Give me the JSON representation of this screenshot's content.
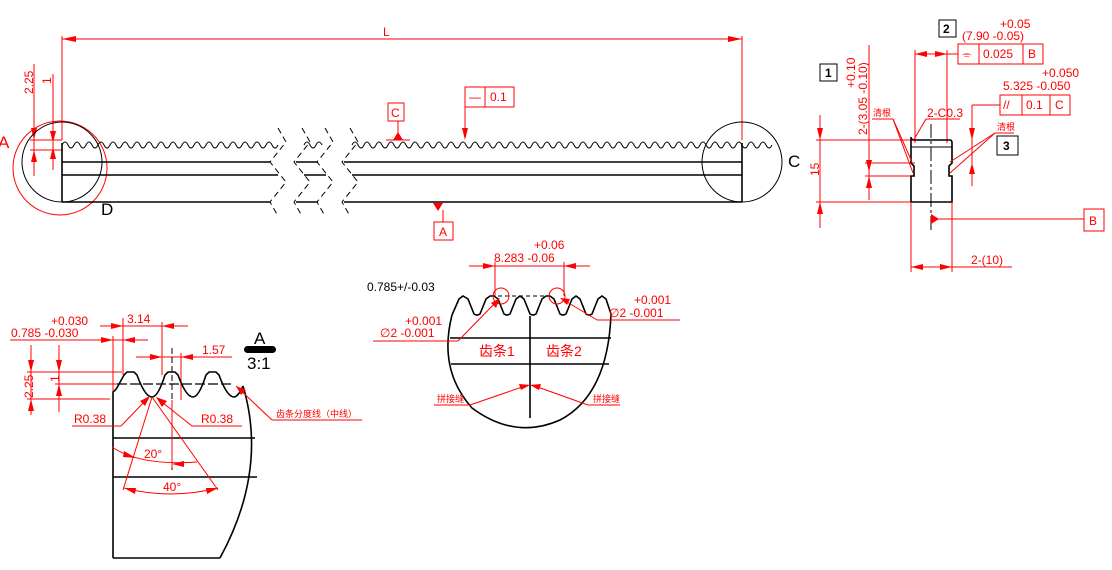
{
  "drawing": {
    "title": "Gear rack engineering drawing",
    "colors": {
      "dimension": "#ff0000",
      "geometry": "#000000",
      "background": "#ffffff"
    }
  },
  "main_view": {
    "length_label": "L",
    "dim_2_25": "2.25",
    "dim_1": "1",
    "detail_A_label": "A",
    "detail_C_label": "C",
    "label_D": "D",
    "datum_C": "C",
    "datum_A": "A",
    "straightness_symbol": "—",
    "straightness_value": "0.1"
  },
  "side_view": {
    "box_1": "1",
    "box_2": "2",
    "box_3": "3",
    "width_tol_upper": "+0.05",
    "width_dim": "(7.90  -0.05)",
    "symmetry_symbol": "⌯",
    "symmetry_value": "0.025",
    "symmetry_datum": "B",
    "height_tol_upper": "+0.050",
    "height_dim": "5.325  -0.050",
    "parallel_symbol": "//",
    "parallel_value": "0.1",
    "parallel_datum": "C",
    "groove_dim": "2-(3.05  -0.10)",
    "groove_tol_upper": "+0.10",
    "chamfer": "2-C0.3",
    "clean_root_left": "清根",
    "clean_root_right": "清根",
    "height_15": "15",
    "datum_B": "B",
    "width_10": "2-(10)"
  },
  "detail_A": {
    "label": "A",
    "scale": "3:1",
    "tol_upper": "+0.030",
    "dim_0785": "0.785  -0.030",
    "pitch": "3.14",
    "half_pitch": "1.57",
    "dim_2_25": "2.25",
    "dim_1": "1",
    "radius_left": "R0.38",
    "radius_right": "R0.38",
    "pitch_line_note": "齿条分度线（中线）",
    "angle_20": "20°",
    "angle_40": "40°"
  },
  "joint_detail": {
    "tooth_thickness": "0.785+/-0.03",
    "span_tol_upper": "+0.06",
    "span_dim": "8.283  -0.06",
    "pin_left_tol_upper": "+0.001",
    "pin_left_dim": "∅2  -0.001",
    "pin_right_tol_upper": "+0.001",
    "pin_right_dim": "∅2  -0.001",
    "rack_1": "齿条1",
    "rack_2": "齿条2",
    "seam_left": "拼接缝",
    "seam_right": "拼接缝"
  }
}
